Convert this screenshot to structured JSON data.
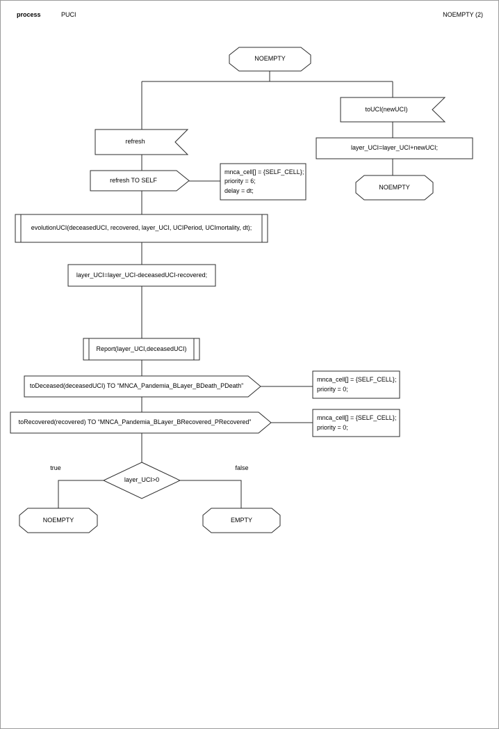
{
  "header": {
    "kind": "process",
    "name": "PUCI",
    "page_ref": "NOEMPTY (2)"
  },
  "nodes": {
    "start_state": "NOEMPTY",
    "input_touci": "toUCI(newUCI)",
    "task_add": "layer_UCI=layer_UCI+newUCI;",
    "state_noempty_right": "NOEMPTY",
    "input_refresh": "refresh",
    "output_refresh_self": "refresh TO SELF",
    "proc_evolution": "evolutionUCI(deceasedUCI, recovered, layer_UCI, UCIPeriod, UCImortality, dt);",
    "task_subtract": "layer_UCI=layer_UCI-deceasedUCI-recovered;",
    "proc_report": "Report(layer_UCI,deceasedUCI)",
    "output_deceased": "toDeceased(deceasedUCI) TO “MNCA_Pandemia_BLayer_BDeath_PDeath”",
    "output_recovered": "toRecovered(recovered) TO “MNCA_Pandemia_BLayer_BRecovered_PRecovered”",
    "decision": "layer_UCI>0",
    "branch_true": "true",
    "branch_false": "false",
    "state_noempty_true": "NOEMPTY",
    "state_empty_false": "EMPTY"
  },
  "notes": {
    "refresh_self": [
      "mnca_cell[] = {SELF_CELL};",
      "priority = 6;",
      "delay = dt;"
    ],
    "deceased": [
      "mnca_cell[] = {SELF_CELL};",
      "priority = 0;"
    ],
    "recovered": [
      "mnca_cell[] = {SELF_CELL};",
      "priority = 0;"
    ]
  },
  "colors": {
    "line": "#2b2b2b",
    "page_border": "#9a9a9a",
    "background": "#ffffff"
  }
}
